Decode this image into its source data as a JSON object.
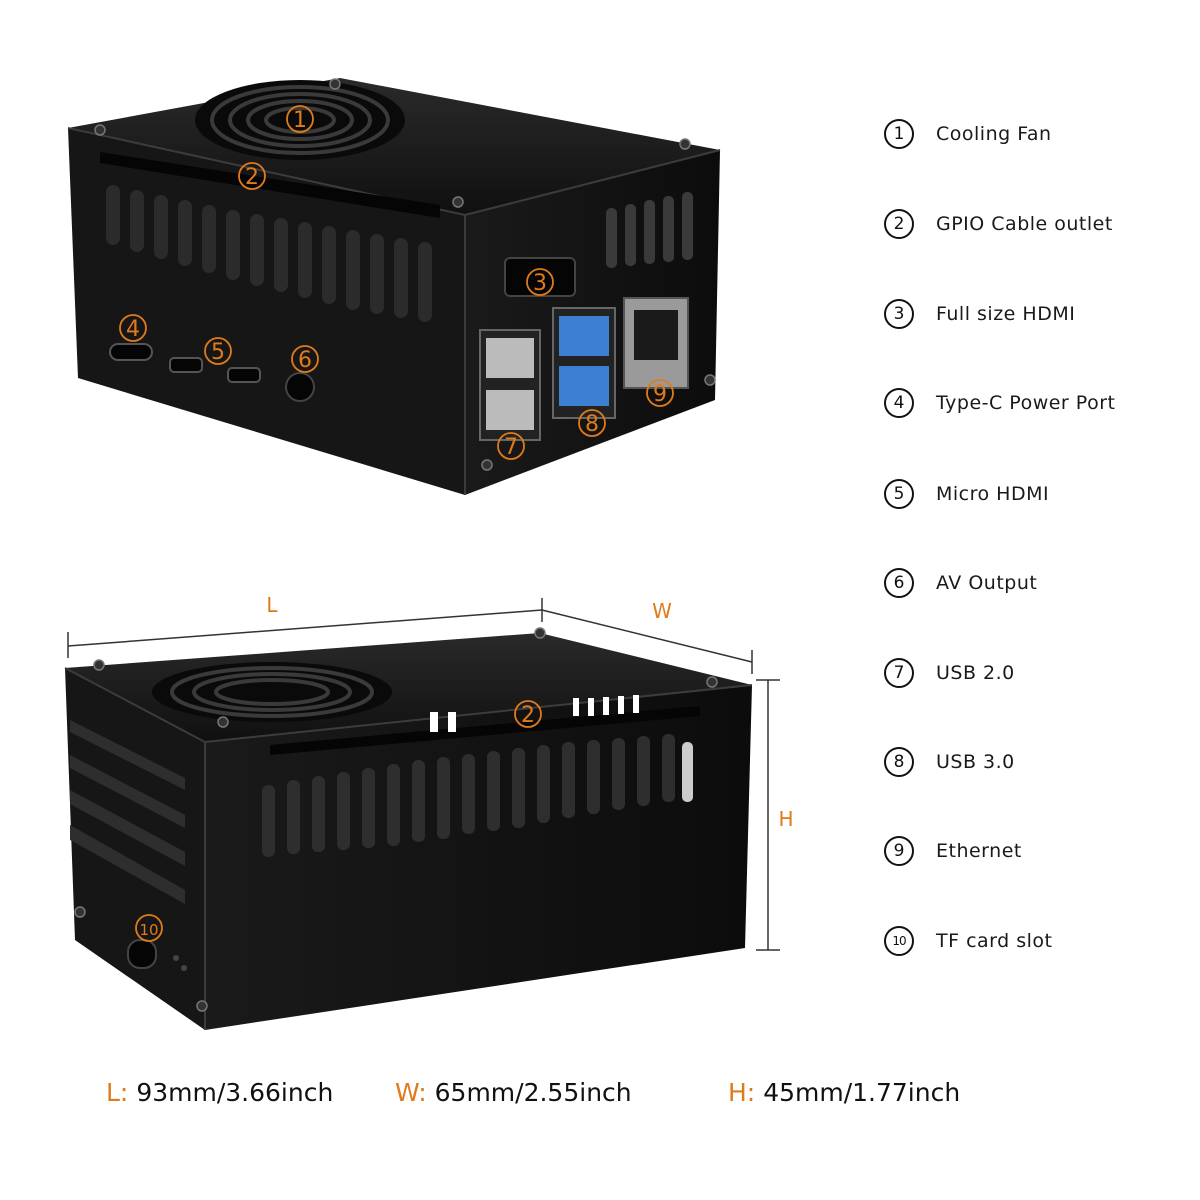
{
  "callouts": {
    "n1": "1",
    "n2": "2",
    "n3": "3",
    "n4": "4",
    "n5": "5",
    "n6": "6",
    "n7": "7",
    "n8": "8",
    "n9": "9",
    "n10": "10"
  },
  "legend": [
    {
      "num": "1",
      "label": "Cooling Fan"
    },
    {
      "num": "2",
      "label": "GPIO Cable outlet"
    },
    {
      "num": "3",
      "label": "Full size HDMI"
    },
    {
      "num": "4",
      "label": "Type-C Power Port"
    },
    {
      "num": "5",
      "label": "Micro HDMI"
    },
    {
      "num": "6",
      "label": "AV Output"
    },
    {
      "num": "7",
      "label": "USB 2.0"
    },
    {
      "num": "8",
      "label": "USB 3.0"
    },
    {
      "num": "9",
      "label": "Ethernet"
    },
    {
      "num": "10",
      "label": "TF card slot"
    }
  ],
  "dimension_labels": {
    "l": "L",
    "w": "W",
    "h": "H"
  },
  "dimensions": {
    "l_key": "L:",
    "l_value": "93mm/3.66inch",
    "w_key": "W:",
    "w_value": "65mm/2.55inch",
    "h_key": "H:",
    "h_value": "45mm/1.77inch"
  },
  "colors": {
    "accent": "#e07b1c",
    "case": "#141414",
    "text": "#111111"
  }
}
